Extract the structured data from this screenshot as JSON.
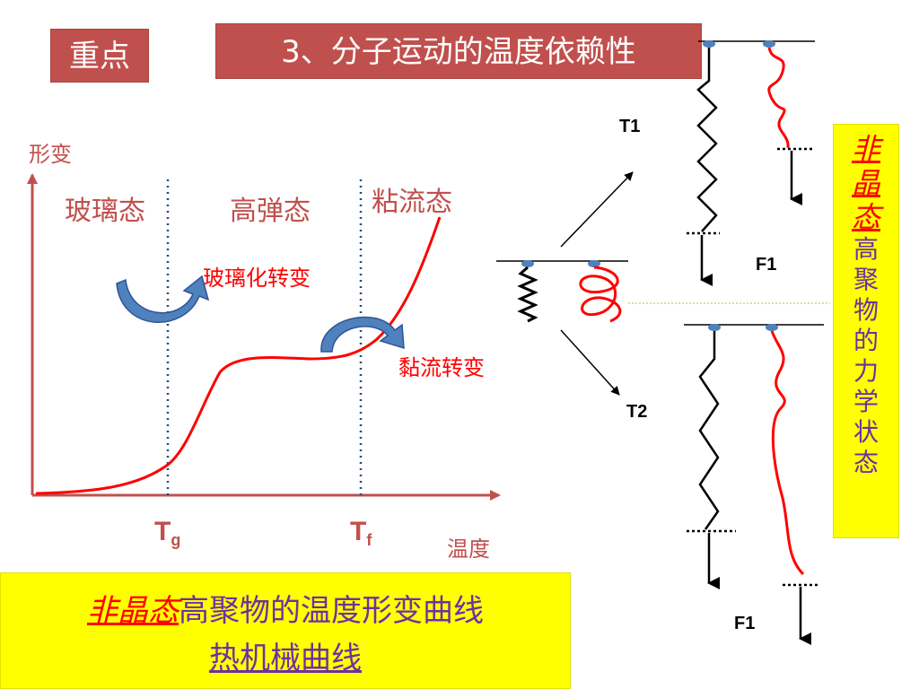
{
  "header": {
    "badge_key": "重点",
    "title": "3、分子运动的温度依赖性"
  },
  "chart": {
    "y_axis_label": "形变",
    "x_axis_label": "温度",
    "states": {
      "glass": "玻璃态",
      "rubber": "高弹态",
      "viscous": "粘流态"
    },
    "transitions": {
      "glass_transition": "玻璃化转变",
      "flow_transition": "黏流转变"
    },
    "tg": {
      "main": "T",
      "sub": "g"
    },
    "tf": {
      "main": "T",
      "sub": "f"
    }
  },
  "molecular": {
    "t1": "T1",
    "t2": "T2",
    "f1_top": "F1",
    "f1_bottom": "F1"
  },
  "side_box": {
    "emphasis": "非晶态",
    "rest": "高聚物的力学状态"
  },
  "bottom_box": {
    "emphasis": "非晶态",
    "line1_rest": "高聚物的温度形变曲线",
    "line2": "热机械曲线"
  },
  "colors": {
    "badge": "#c0504d",
    "curve": "#ff0000",
    "axis": "#c0504d",
    "highlight": "#ffff00",
    "purple_text": "#7030a0",
    "dotted_line": "#1f4e79",
    "arrow_blue": "#4f81bd"
  }
}
